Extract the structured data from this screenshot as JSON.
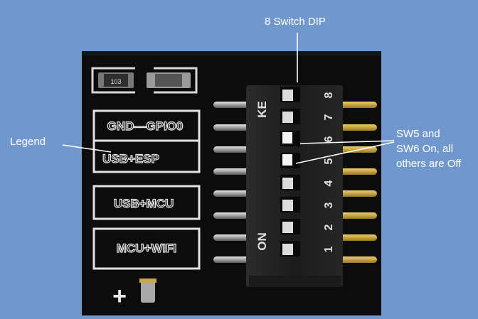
{
  "annotations": {
    "title": "8 Switch DIP",
    "legend": "Legend",
    "switch_note": [
      "SW5 and",
      "SW6 On, all",
      "others are Off"
    ]
  },
  "board": {
    "resistor_label": "103",
    "legend_rows": [
      "GND—GPIO0",
      "USB+ESP",
      "USB+MCU",
      "MCU+WIFI"
    ],
    "plus_sign": "+"
  },
  "dip_switch": {
    "brand": "KE",
    "on_label": "ON",
    "numbers": [
      "8",
      "7",
      "6",
      "5",
      "4",
      "3",
      "2",
      "1"
    ],
    "states": [
      "off",
      "off",
      "on",
      "on",
      "off",
      "off",
      "off",
      "off"
    ]
  },
  "colors": {
    "background": "#7098cc",
    "pcb": "#0c0c0c",
    "switch_body": "#232323",
    "silkscreen": "#e8e8e8",
    "pin": "#b8b8b8"
  }
}
